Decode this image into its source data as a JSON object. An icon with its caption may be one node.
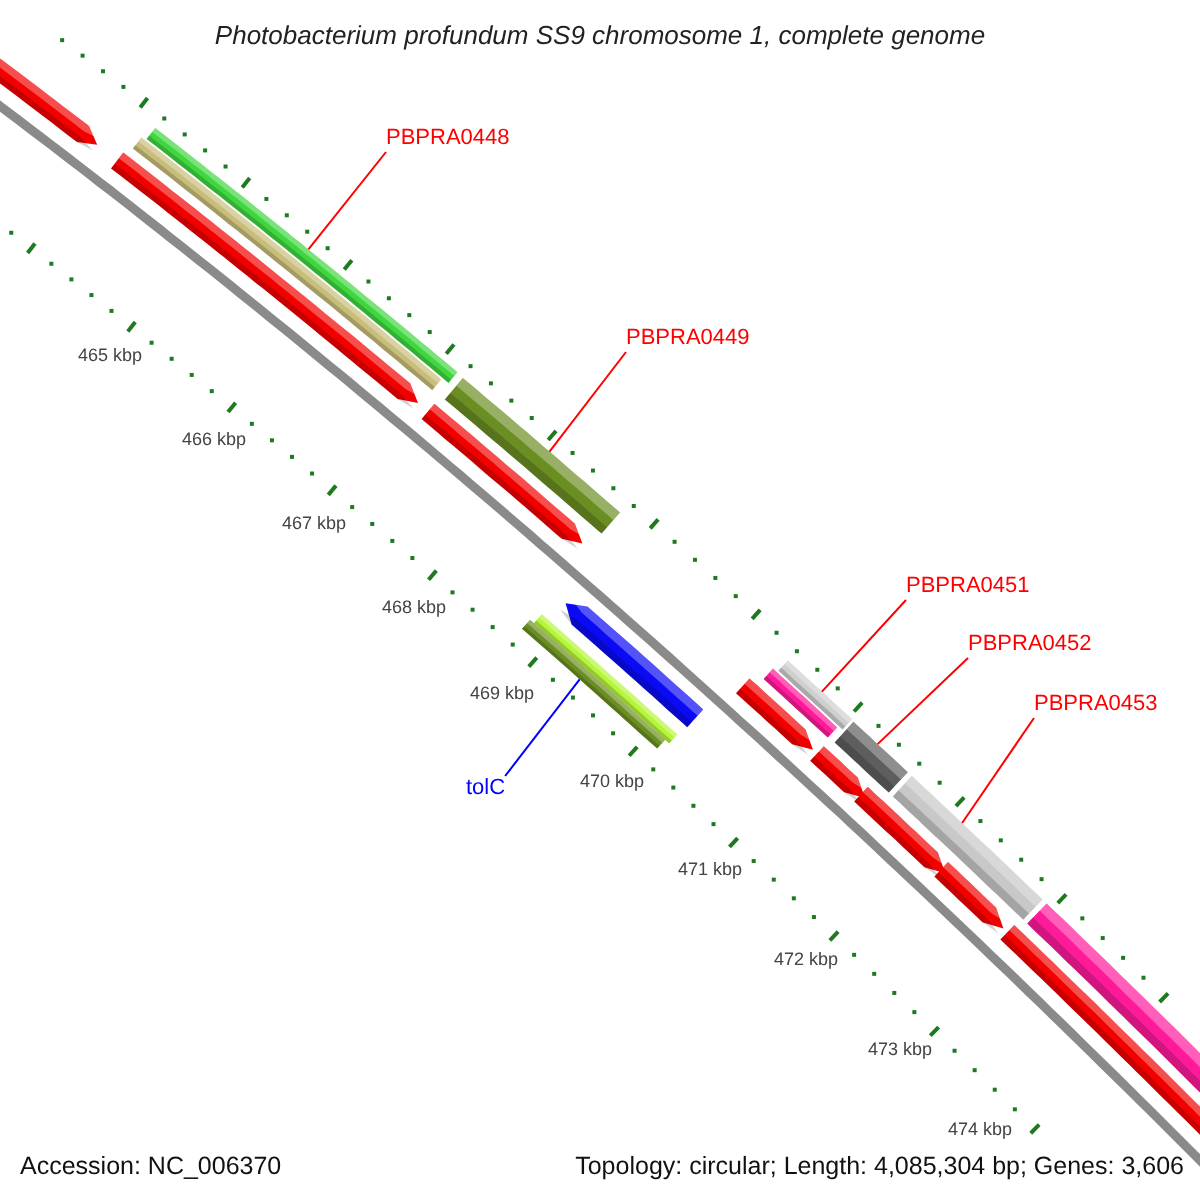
{
  "diagram": {
    "title": "Photobacterium profundum SS9 chromosome 1, complete genome",
    "nodes": [
      {
        "text": [
          "PBPRA0448"
        ]
      },
      {
        "text": [],
        "shape": "bar"
      },
      {
        "text": [
          "PBPRA0449"
        ]
      },
      {
        "text": [],
        "shape": "bar"
      },
      {
        "text": [
          "PBPRA0451"
        ]
      },
      {
        "text": [],
        "shape": "bar"
      },
      {
        "text": [
          "PBPRA0452"
        ]
      },
      {
        "text": [],
        "shape": "bar"
      },
      {
        "text": [
          "PBPRA0453"
        ]
      },
      {
        "text": [],
        "shape": "bar"
      },
      {
        "text": [
          "tolC"
        ]
      },
      {
        "text": [],
        "shape": "bar"
      }
    ],
    "edges": [
      {
        "from": 0,
        "to": 1,
        "arrow": "none"
      },
      {
        "from": 2,
        "to": 3,
        "arrow": "none"
      },
      {
        "from": 4,
        "to": 5,
        "arrow": "none"
      },
      {
        "from": 6,
        "to": 7,
        "arrow": "none"
      },
      {
        "from": 8,
        "to": 9,
        "arrow": "none"
      },
      {
        "from": 10,
        "to": 11,
        "arrow": "none",
        "color": "#0000ff"
      }
    ],
    "labels": [
      "465 kbp",
      "466 kbp",
      "467 kbp",
      "468 kbp",
      "469 kbp",
      "470 kbp",
      "471 kbp",
      "472 kbp",
      "473 kbp",
      "474 kbp",
      "Accession: NC_006370",
      "Topology: circular; Length: 4,085,304 bp; Genes: 3,606"
    ]
  }
}
